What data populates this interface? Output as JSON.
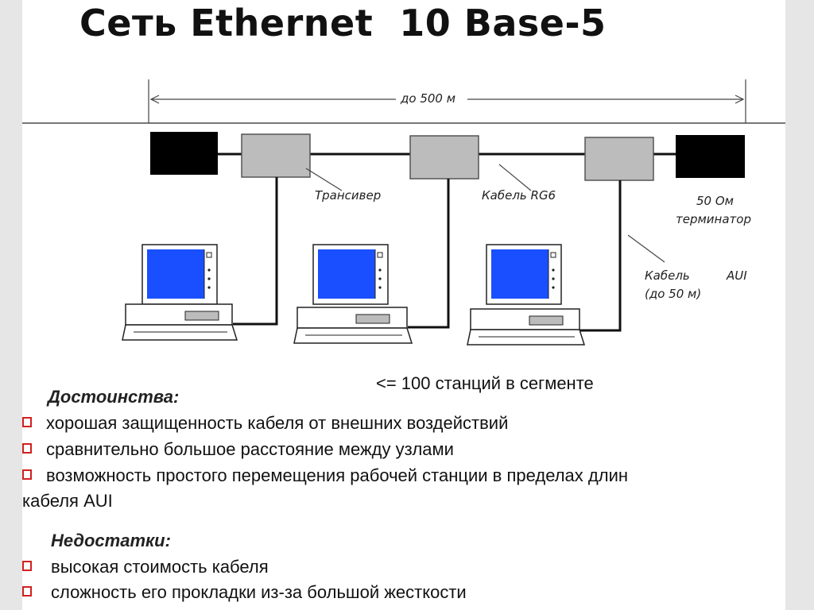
{
  "title": "Сеть Ethernet  10 Base-5",
  "diagram": {
    "distance_label": "до 500 м",
    "transceiver_label": "Трансивер",
    "cable_label": "Кабель RG6",
    "terminator_label_1": "50 Ом",
    "terminator_label_2": "терминатор",
    "aui_cable_label_1": "Кабель",
    "aui_cable_label_2": "(до 50 м)",
    "aui_label": "AUI",
    "stations_note": "<= 100 станций в сегменте"
  },
  "advantages": {
    "heading": "Достоинства:",
    "items": [
      "хорошая защищенность кабеля от внешних воздействий",
      "сравнительно большое расстояние между узлами",
      "возможность простого перемещения рабочей станции в пределах длин"
    ],
    "continuation": "кабеля AUI"
  },
  "disadvantages": {
    "heading": "Недостатки:",
    "items": [
      "высокая стоимость кабеля",
      "сложность его прокладки из-за большой жесткости"
    ]
  },
  "colors": {
    "screen": "#1a4fff",
    "transceiver": "#bcbcbc",
    "terminator": "#000000",
    "bullet": "#d02020"
  }
}
